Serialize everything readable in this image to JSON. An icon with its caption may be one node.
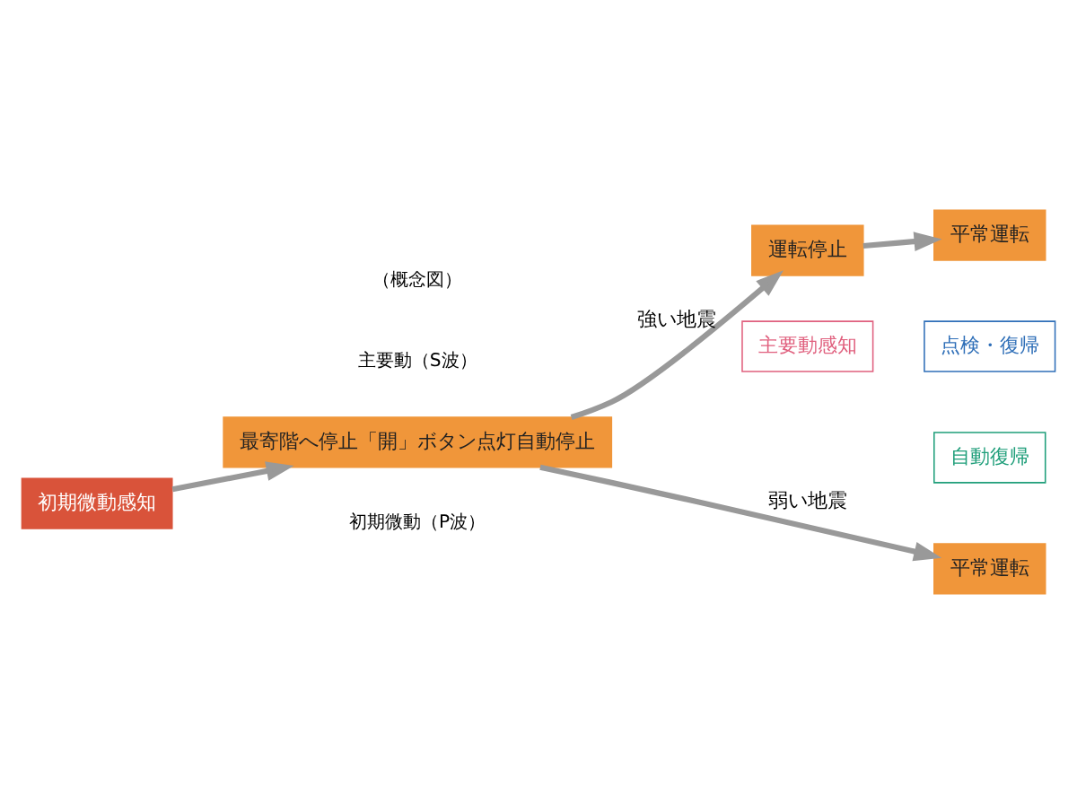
{
  "diagram": {
    "nodes": [
      {
        "text": [
          "初期微動感知"
        ]
      },
      {
        "text": [
          "最寄階へ停止「開」ボタン点灯自動停止"
        ]
      },
      {
        "text": [
          "運転停止"
        ]
      },
      {
        "text": [
          "主要動感知"
        ]
      },
      {
        "text": [
          "点検・復帰"
        ]
      },
      {
        "text": [
          "平常運転"
        ]
      },
      {
        "text": [
          "自動復帰"
        ]
      },
      {
        "text": [
          "平常運転"
        ]
      }
    ],
    "edges": [
      {
        "from": 0,
        "to": 1,
        "arrow": "to"
      },
      {
        "from": 1,
        "to": 2,
        "arrow": "to",
        "label": "強い地震"
      },
      {
        "from": 2,
        "to": 5,
        "arrow": "to"
      },
      {
        "from": 1,
        "to": 7,
        "arrow": "to",
        "label": "弱い地震"
      }
    ],
    "labels": [
      "初期微動（P波）",
      "主要動（S波）",
      "（概念図）"
    ]
  }
}
